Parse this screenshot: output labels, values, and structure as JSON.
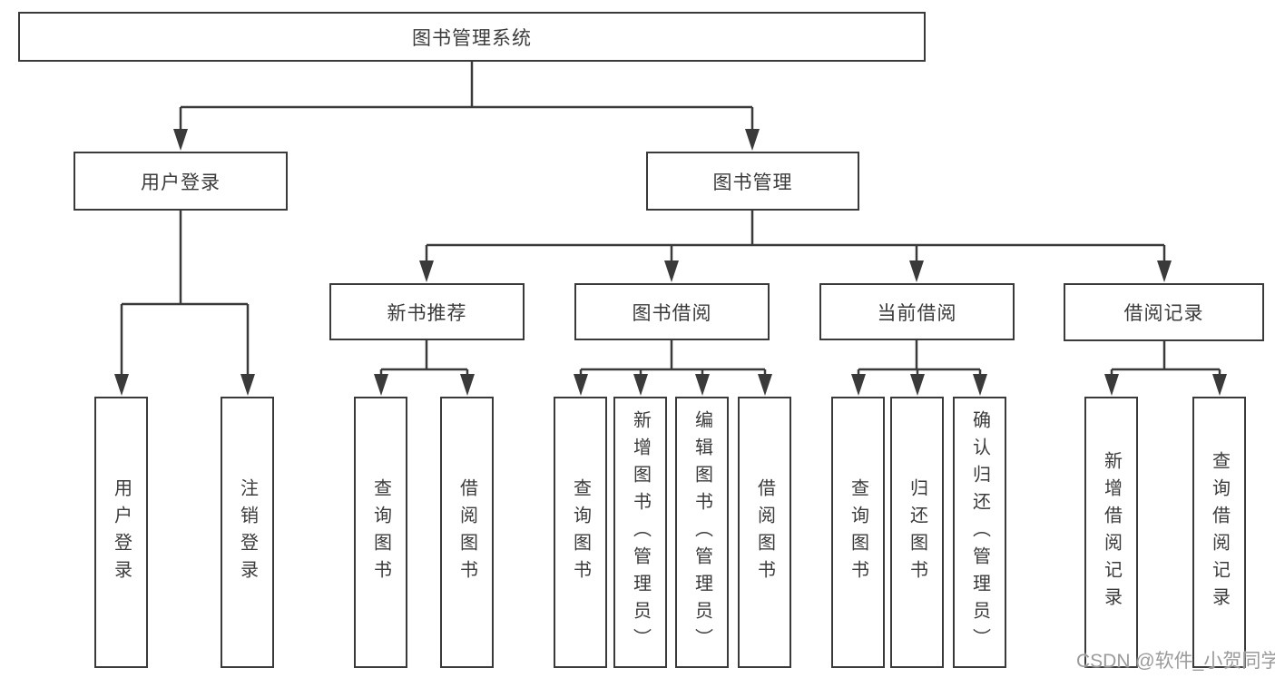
{
  "diagram": {
    "root": "图书管理系统",
    "branches": [
      {
        "label": "用户登录",
        "children": [
          {
            "label": "用户登录"
          },
          {
            "label": "注销登录"
          }
        ]
      },
      {
        "label": "图书管理",
        "children": [
          {
            "label": "新书推荐",
            "children": [
              {
                "label": "查询图书"
              },
              {
                "label": "借阅图书"
              }
            ]
          },
          {
            "label": "图书借阅",
            "children": [
              {
                "label": "查询图书"
              },
              {
                "label": "新增图书（管理员）"
              },
              {
                "label": "编辑图书（管理员）"
              },
              {
                "label": "借阅图书"
              }
            ]
          },
          {
            "label": "当前借阅",
            "children": [
              {
                "label": "查询图书"
              },
              {
                "label": "归还图书"
              },
              {
                "label": "确认归还（管理员）"
              }
            ]
          },
          {
            "label": "借阅记录",
            "children": [
              {
                "label": "新增借阅记录"
              },
              {
                "label": "查询借阅记录"
              }
            ]
          }
        ]
      }
    ],
    "watermark": "CSDN @软件_小贺同学",
    "line_color": "#3a3a3a"
  }
}
